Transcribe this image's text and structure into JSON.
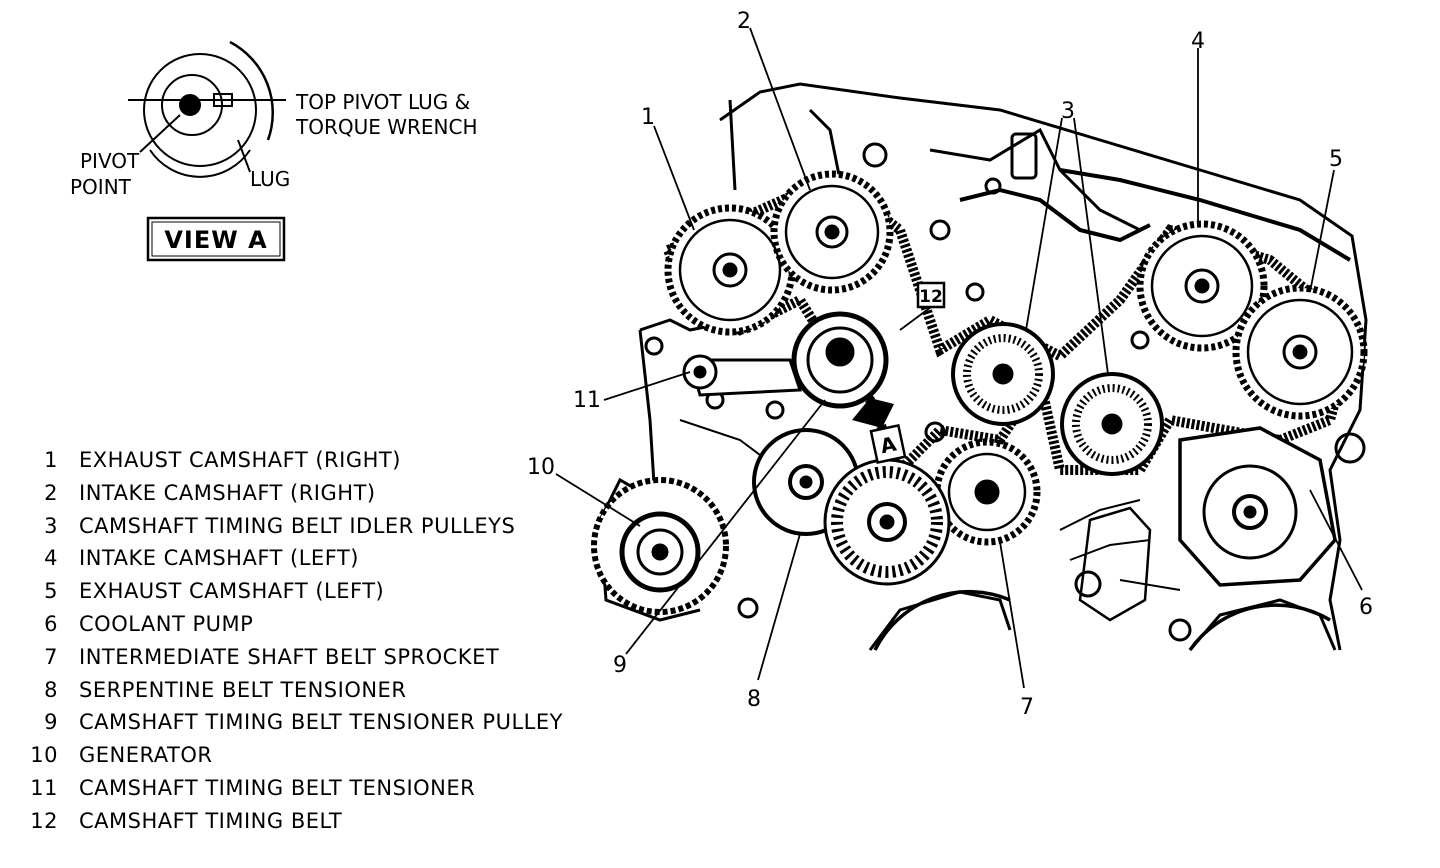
{
  "view_a": {
    "label": "VIEW A",
    "callout_top_line1": "TOP PIVOT LUG &",
    "callout_top_line2": "TORQUE WRENCH",
    "callout_pivot_line1": "PIVOT",
    "callout_pivot_line2": "POINT",
    "callout_lug": "LUG"
  },
  "diagram": {
    "badge_12": "12",
    "badge_a": "A",
    "callouts": [
      {
        "id": "1",
        "label": "1"
      },
      {
        "id": "2",
        "label": "2"
      },
      {
        "id": "3",
        "label": "3"
      },
      {
        "id": "4",
        "label": "4"
      },
      {
        "id": "5",
        "label": "5"
      },
      {
        "id": "6",
        "label": "6"
      },
      {
        "id": "7",
        "label": "7"
      },
      {
        "id": "8",
        "label": "8"
      },
      {
        "id": "9",
        "label": "9"
      },
      {
        "id": "10",
        "label": "10"
      },
      {
        "id": "11",
        "label": "11"
      }
    ]
  },
  "legend": [
    {
      "num": "1",
      "text": "EXHAUST CAMSHAFT (RIGHT)"
    },
    {
      "num": "2",
      "text": "INTAKE CAMSHAFT (RIGHT)"
    },
    {
      "num": "3",
      "text": "CAMSHAFT TIMING BELT IDLER PULLEYS"
    },
    {
      "num": "4",
      "text": "INTAKE CAMSHAFT (LEFT)"
    },
    {
      "num": "5",
      "text": "EXHAUST CAMSHAFT (LEFT)"
    },
    {
      "num": "6",
      "text": "COOLANT PUMP"
    },
    {
      "num": "7",
      "text": "INTERMEDIATE SHAFT BELT SPROCKET"
    },
    {
      "num": "8",
      "text": "SERPENTINE BELT TENSIONER"
    },
    {
      "num": "9",
      "text": "CAMSHAFT TIMING BELT TENSIONER PULLEY"
    },
    {
      "num": "10",
      "text": "GENERATOR"
    },
    {
      "num": "11",
      "text": "CAMSHAFT TIMING BELT TENSIONER"
    },
    {
      "num": "12",
      "text": "CAMSHAFT TIMING BELT"
    }
  ]
}
